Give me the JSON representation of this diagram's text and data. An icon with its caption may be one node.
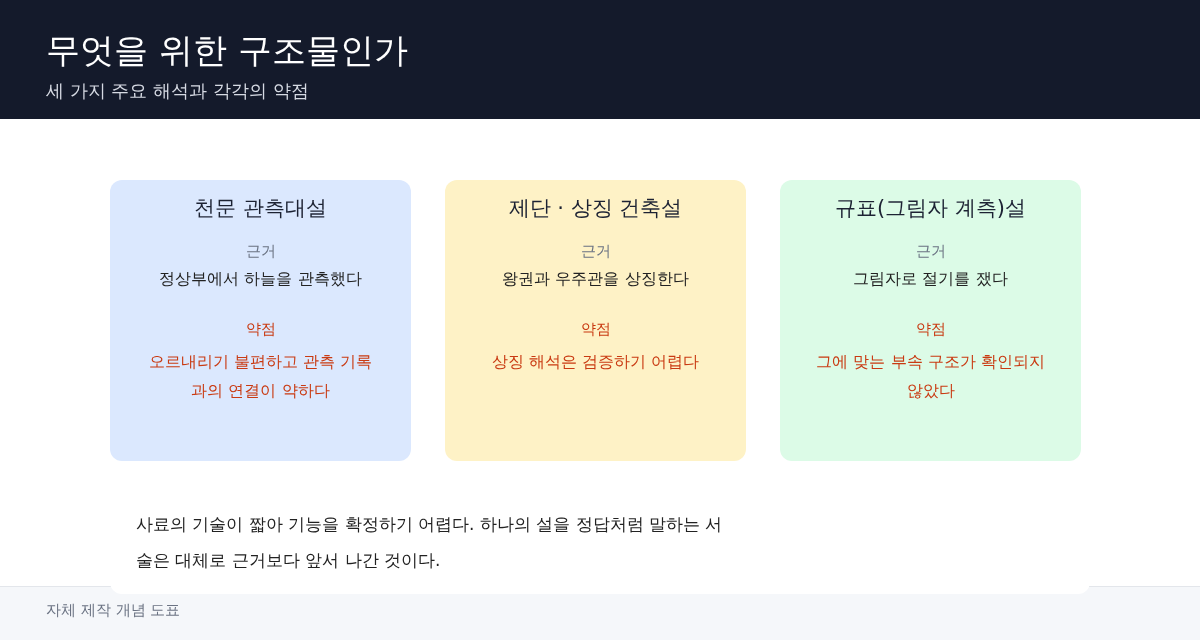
{
  "diagram": {
    "title": "무엇을 위한 구조물인가",
    "nodes": [
      {
        "text": [
          "천문 관측대설",
          "근거",
          "정상부에서 하늘을 관측했다",
          "약점",
          "오르내리기 불편하고 관측 기록과의 연결이 약하다"
        ]
      },
      {
        "text": [
          "제단 · 상징 건축설",
          "근거",
          "왕권과 우주관을 상징한다",
          "약점",
          "상징 해석은 검증하기 어렵다"
        ]
      },
      {
        "text": [
          "규표(그림자 계측)설",
          "근거",
          "그림자로 절기를 쟀다",
          "약점",
          "그에 맞는 부속 구조가 확인되지 않았다"
        ]
      }
    ],
    "labels": [
      "세 가지 주요 해석과 각각의 약점",
      "사료의 기술이 짧아 기능을 확정하기 어렵다. 하나의 설을 정답처럼 말하는 서술은 대체로 근거보다 앞서 나간 것이다.",
      "자체 제작 개념 도표"
    ]
  }
}
